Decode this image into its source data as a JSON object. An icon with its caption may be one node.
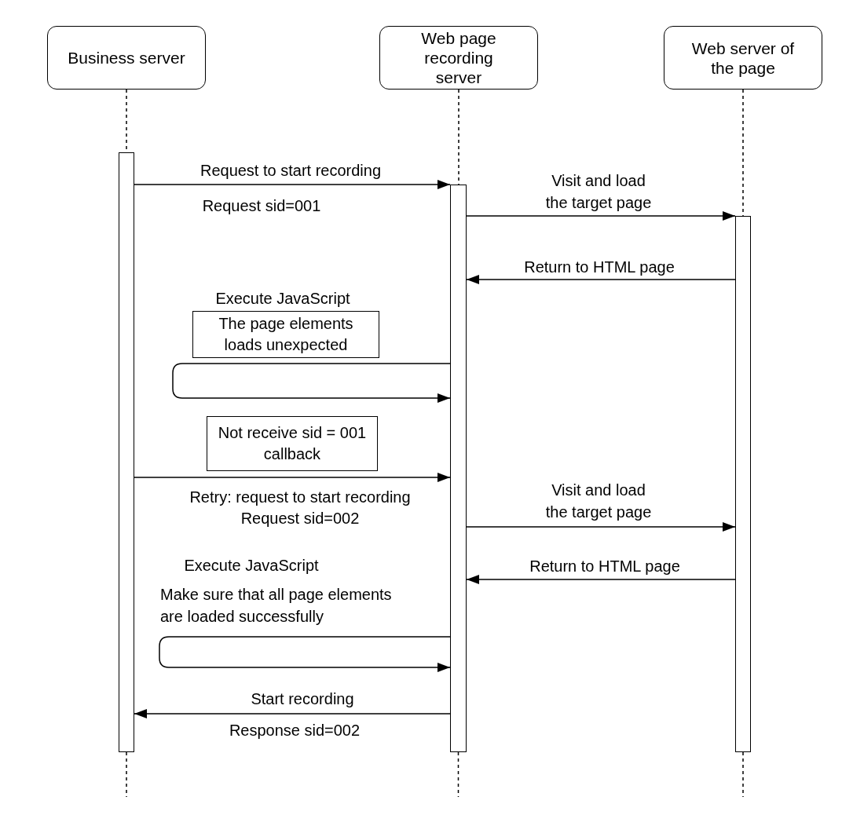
{
  "diagram": {
    "nodes": [
      {
        "text": [
          "Business server"
        ]
      },
      {
        "text": [
          "Web page recording server"
        ]
      },
      {
        "text": [
          "Web server of the page"
        ]
      },
      {
        "text": [],
        "shape": "bar"
      },
      {
        "text": [],
        "shape": "bar"
      },
      {
        "text": [],
        "shape": "bar"
      },
      {
        "text": [
          "The page elements loads unexpected"
        ]
      },
      {
        "text": [
          "Not receive sid = 001 callback"
        ]
      }
    ],
    "edges": [
      {
        "from": 0,
        "to": 3,
        "arrow": "none",
        "style": "dashed"
      },
      {
        "from": 1,
        "to": 4,
        "arrow": "none",
        "style": "dashed"
      },
      {
        "from": 2,
        "to": 5,
        "arrow": "none",
        "style": "dashed"
      },
      {
        "from": 3,
        "to": null,
        "arrow": "none",
        "style": "dashed"
      },
      {
        "from": 4,
        "to": null,
        "arrow": "none",
        "style": "dashed"
      },
      {
        "from": 5,
        "to": null,
        "arrow": "none",
        "style": "dashed"
      },
      {
        "from": 3,
        "to": 4,
        "arrow": "to",
        "label": "Request to start recording"
      },
      {
        "from": 4,
        "to": 5,
        "arrow": "to",
        "label": "Visit and load the target page"
      },
      {
        "from": 5,
        "to": 4,
        "arrow": "to",
        "label": "Return to HTML page"
      },
      {
        "from": 4,
        "to": 4,
        "arrow": "to",
        "label": "Execute JavaScript"
      },
      {
        "from": 3,
        "to": 4,
        "arrow": "to",
        "label": "Retry: request to start recording"
      },
      {
        "from": 4,
        "to": 5,
        "arrow": "to",
        "label": "Visit and load the target page"
      },
      {
        "from": 5,
        "to": 4,
        "arrow": "to",
        "label": "Return to HTML page"
      },
      {
        "from": 4,
        "to": 4,
        "arrow": "to",
        "label": "Execute JavaScript"
      },
      {
        "from": 4,
        "to": 3,
        "arrow": "to",
        "label": "Start recording"
      }
    ],
    "labels": [
      "Request sid=001",
      "Request sid=002",
      "Make sure that all page elements are loaded successfully",
      "Response sid=002"
    ]
  }
}
